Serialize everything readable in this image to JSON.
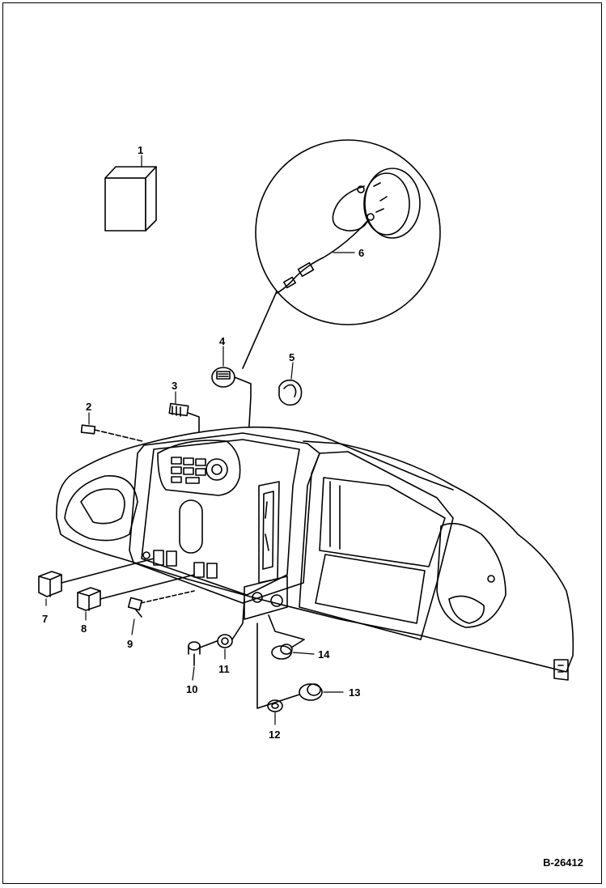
{
  "callouts": {
    "c1": "1",
    "c2": "2",
    "c3": "3",
    "c4": "4",
    "c5": "5",
    "c6": "6",
    "c7": "7",
    "c8": "8",
    "c9": "9",
    "c10": "10",
    "c11": "11",
    "c12": "12",
    "c13": "13",
    "c14": "14"
  },
  "reference": "B-26412",
  "colors": {
    "line": "#000000",
    "background": "#ffffff"
  }
}
